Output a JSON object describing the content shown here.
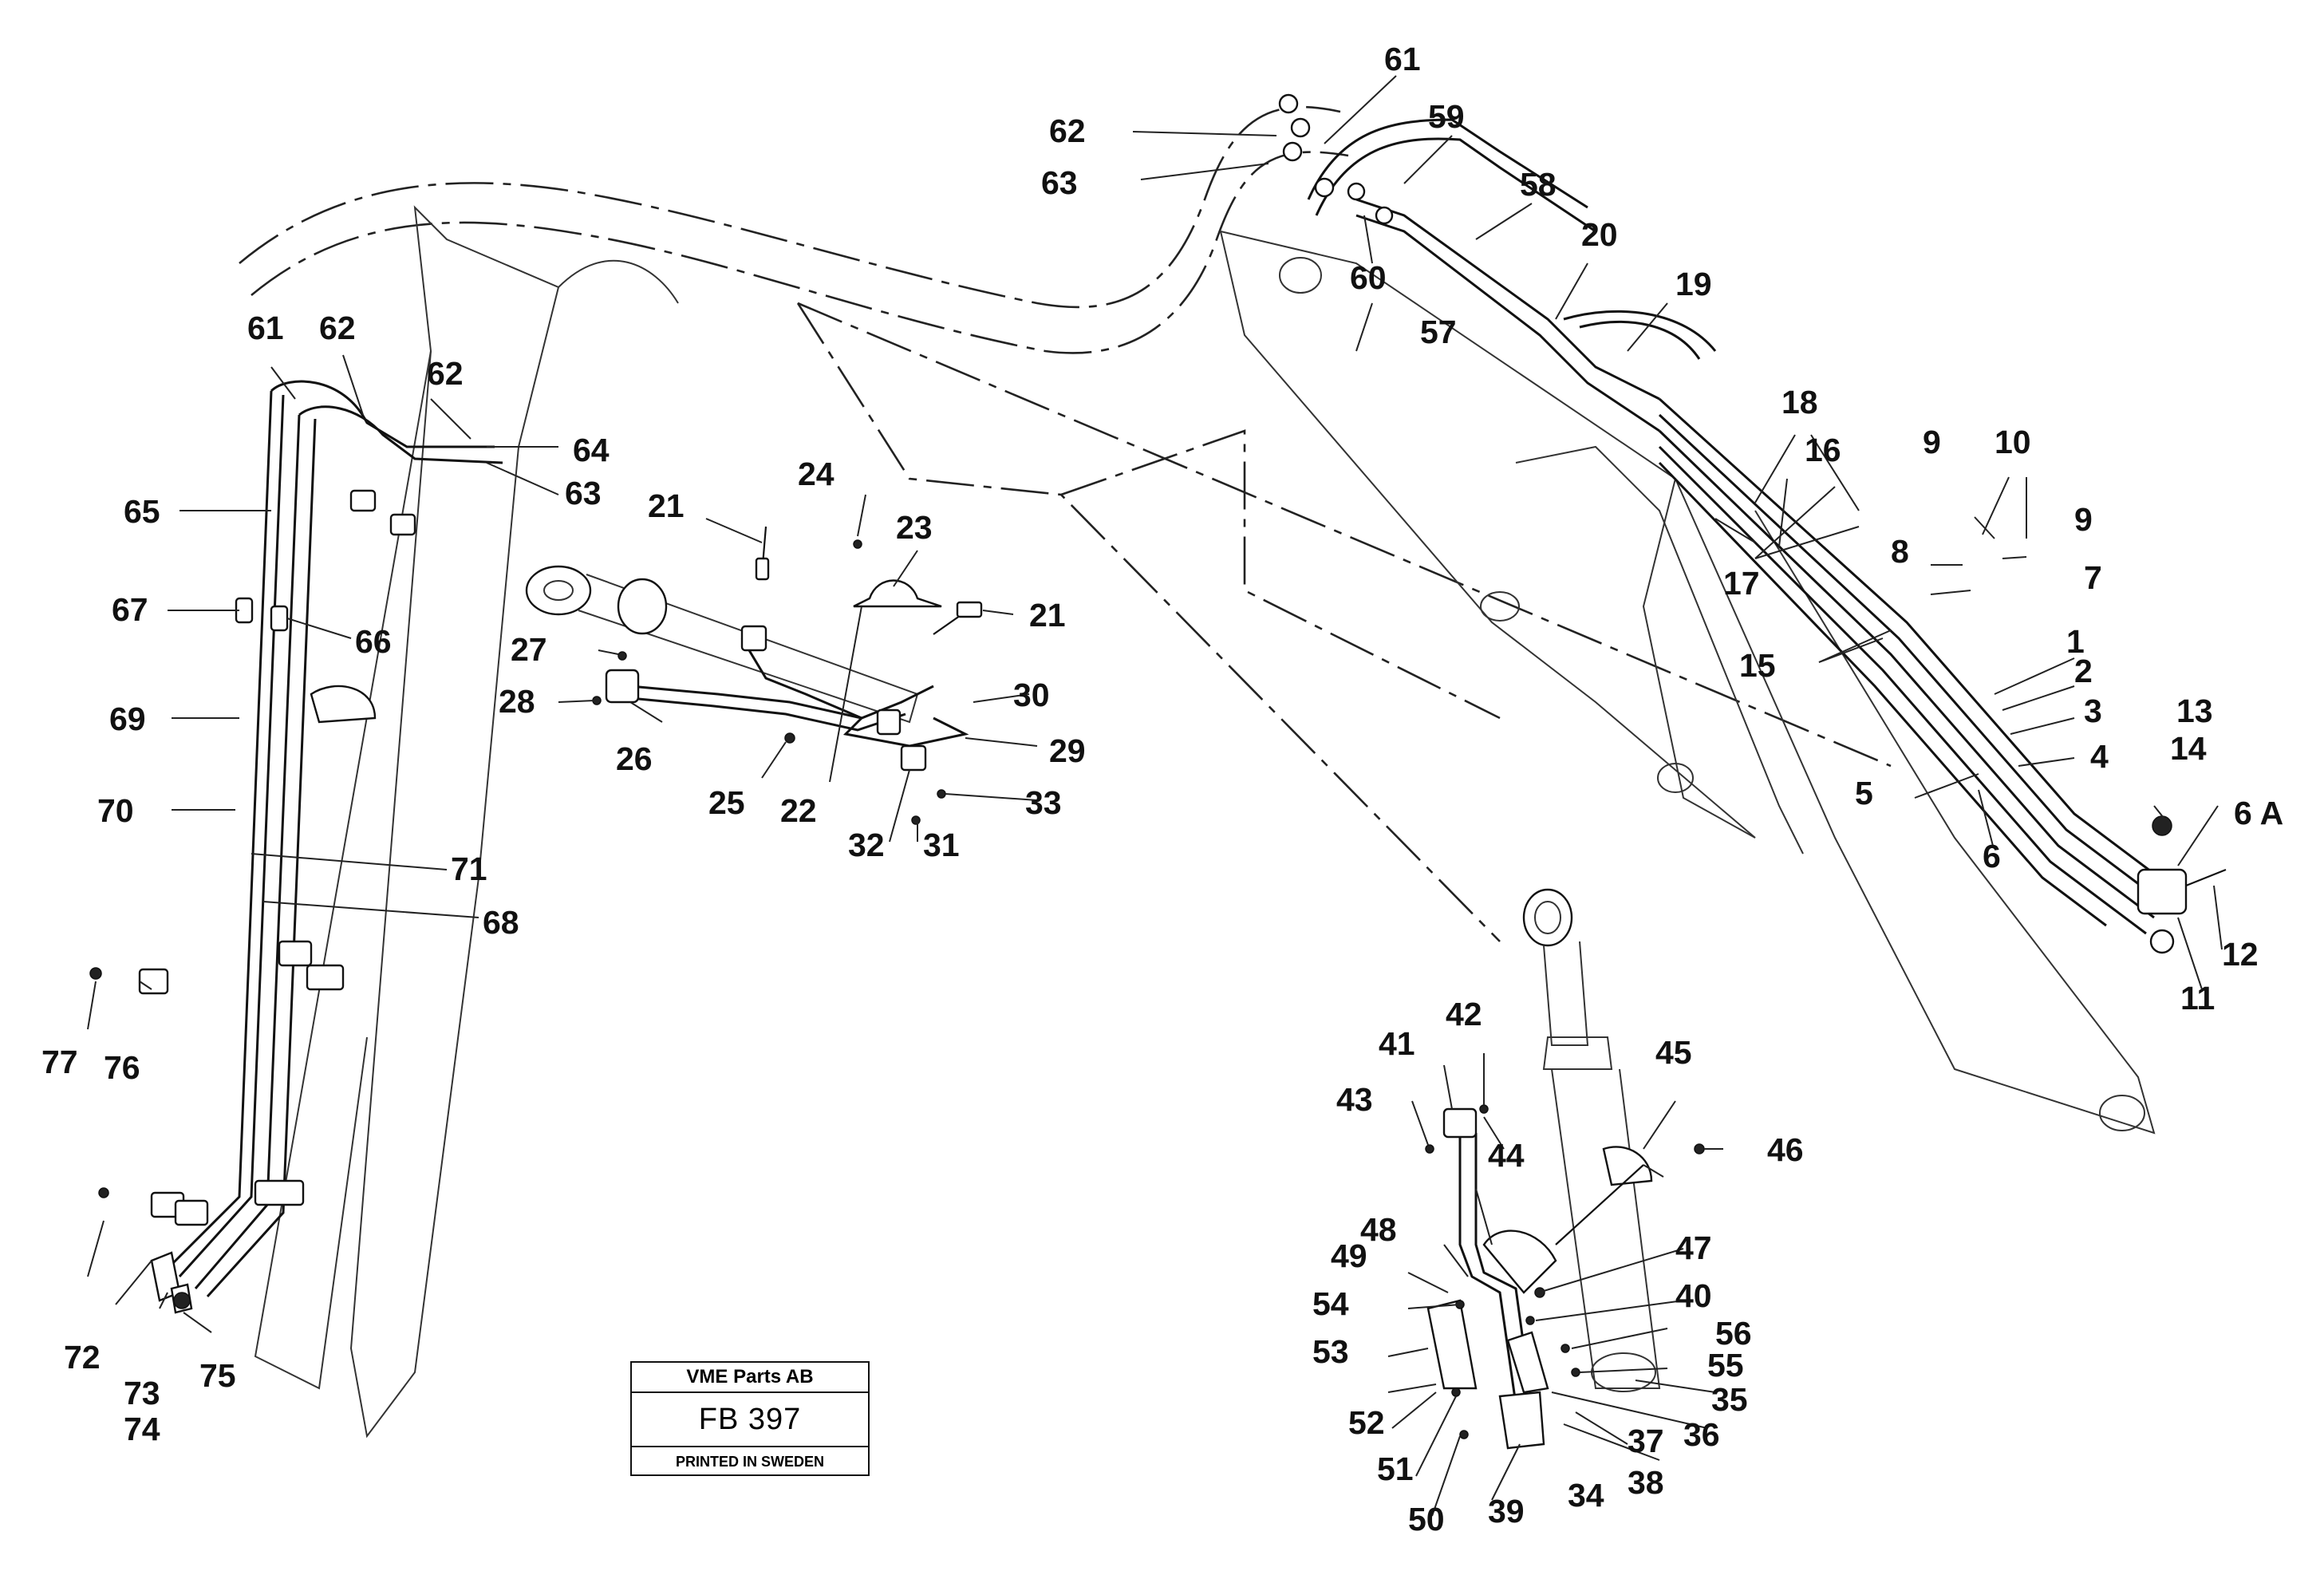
{
  "title_block": {
    "company": "VME Parts AB",
    "figure": "FB 397",
    "printed": "PRINTED IN SWEDEN"
  },
  "callouts": [
    "1",
    "2",
    "3",
    "4",
    "5",
    "6",
    "6 A",
    "7",
    "8",
    "9",
    "9",
    "10",
    "11",
    "12",
    "13",
    "14",
    "15",
    "16",
    "17",
    "18",
    "19",
    "20",
    "21",
    "21",
    "22",
    "23",
    "24",
    "25",
    "26",
    "27",
    "28",
    "29",
    "30",
    "31",
    "32",
    "33",
    "34",
    "35",
    "36",
    "37",
    "38",
    "39",
    "40",
    "41",
    "42",
    "43",
    "44",
    "45",
    "46",
    "47",
    "48",
    "49",
    "50",
    "51",
    "52",
    "53",
    "54",
    "55",
    "56",
    "57",
    "58",
    "59",
    "60",
    "61",
    "61",
    "62",
    "62",
    "62",
    "63",
    "63",
    "64",
    "65",
    "66",
    "67",
    "68",
    "69",
    "70",
    "71",
    "72",
    "73",
    "74",
    "75",
    "76",
    "77"
  ]
}
